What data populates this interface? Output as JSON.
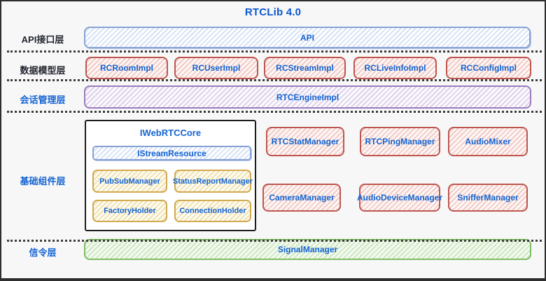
{
  "title": "RTCLib 4.0",
  "colors": {
    "component_text": "#1464d2",
    "title_text": "#0b57cf",
    "dark_label_text": "#22262e",
    "blue_border": "#86a2d5",
    "red_border": "#bd564e",
    "purple_border": "#9b7cbd",
    "yellow_border": "#d1a94e",
    "green_border": "#7dbd61",
    "frame_border": "#2e2e2e"
  },
  "layers": {
    "api": {
      "label": "API接口层",
      "box": "API"
    },
    "data_model": {
      "label": "数据模型层",
      "boxes": [
        "RCRoomImpl",
        "RCUserImpl",
        "RCStreamImpl",
        "RCLiveInfoImpl",
        "RCConfigImpl"
      ]
    },
    "session": {
      "label": "会话管理层",
      "box": "RTCEngineImpl"
    },
    "base": {
      "label": "基础组件层",
      "core": {
        "title": "IWebRTCCore",
        "stream_resource": "IStreamResource",
        "children": [
          "PubSubManager",
          "StatusReportManager",
          "FactoryHolder",
          "ConnectionHolder"
        ]
      },
      "managers_row1": [
        "RTCStatManager",
        "RTCPingManager",
        "AudioMixer"
      ],
      "managers_row2": [
        "CameraManager",
        "AudioDeviceManager",
        "SnifferManager"
      ]
    },
    "signal": {
      "label": "信令层",
      "box": "SignalManager"
    }
  }
}
